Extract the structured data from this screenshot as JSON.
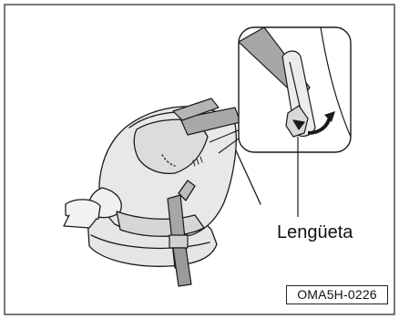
{
  "callout": {
    "label": "Lengüeta"
  },
  "figure": {
    "code": "OMA5H-0226"
  },
  "colors": {
    "frame": "#333333",
    "seat_light": "#e6e6e6",
    "seat_mid": "#cfcfcf",
    "seat_dark": "#8f8f8f",
    "belt": "#a6a6a6",
    "outline": "#1a1a1a"
  },
  "icons": [
    "car-seat-illustration",
    "belt-tongue-detail",
    "rotation-arrow-icon"
  ]
}
